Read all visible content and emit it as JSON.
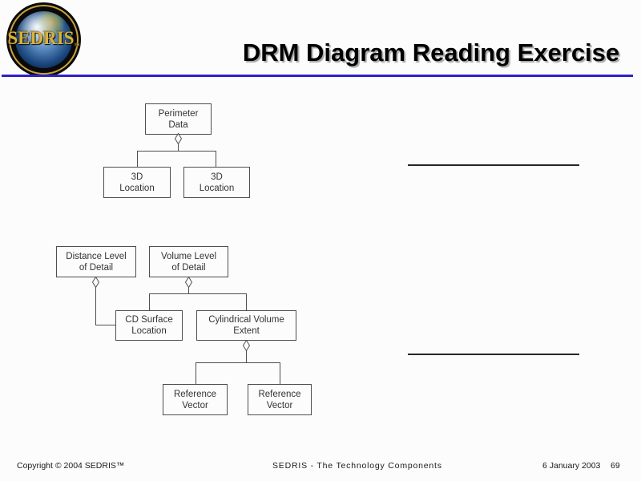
{
  "slide": {
    "title": "DRM Diagram Reading Exercise"
  },
  "logo": {
    "text": "SEDRIS",
    "trademark": "™"
  },
  "diagram1": {
    "boxes": [
      {
        "line1": "Perimeter",
        "line2": "Data"
      },
      {
        "line1": "3D",
        "line2": "Location"
      },
      {
        "line1": "3D",
        "line2": "Location"
      }
    ]
  },
  "diagram2": {
    "boxes": [
      {
        "line1": "Distance Level",
        "line2": "of Detail"
      },
      {
        "line1": "Volume Level",
        "line2": "of Detail"
      },
      {
        "line1": "CD Surface",
        "line2": "Location"
      },
      {
        "line1": "Cylindrical Volume",
        "line2": "Extent"
      },
      {
        "line1": "Reference",
        "line2": "Vector"
      },
      {
        "line1": "Reference",
        "line2": "Vector"
      }
    ]
  },
  "footer": {
    "copyright": "Copyright © 2004 SEDRIS™",
    "center": "SEDRIS - The Technology Components",
    "date": "6 January 2003",
    "page": "69"
  },
  "colors": {
    "title_underline": "#2e22c8",
    "logo_gold": "#d8b23a",
    "diagram_line": "#4f4f4f",
    "answer_line": "#262626"
  }
}
